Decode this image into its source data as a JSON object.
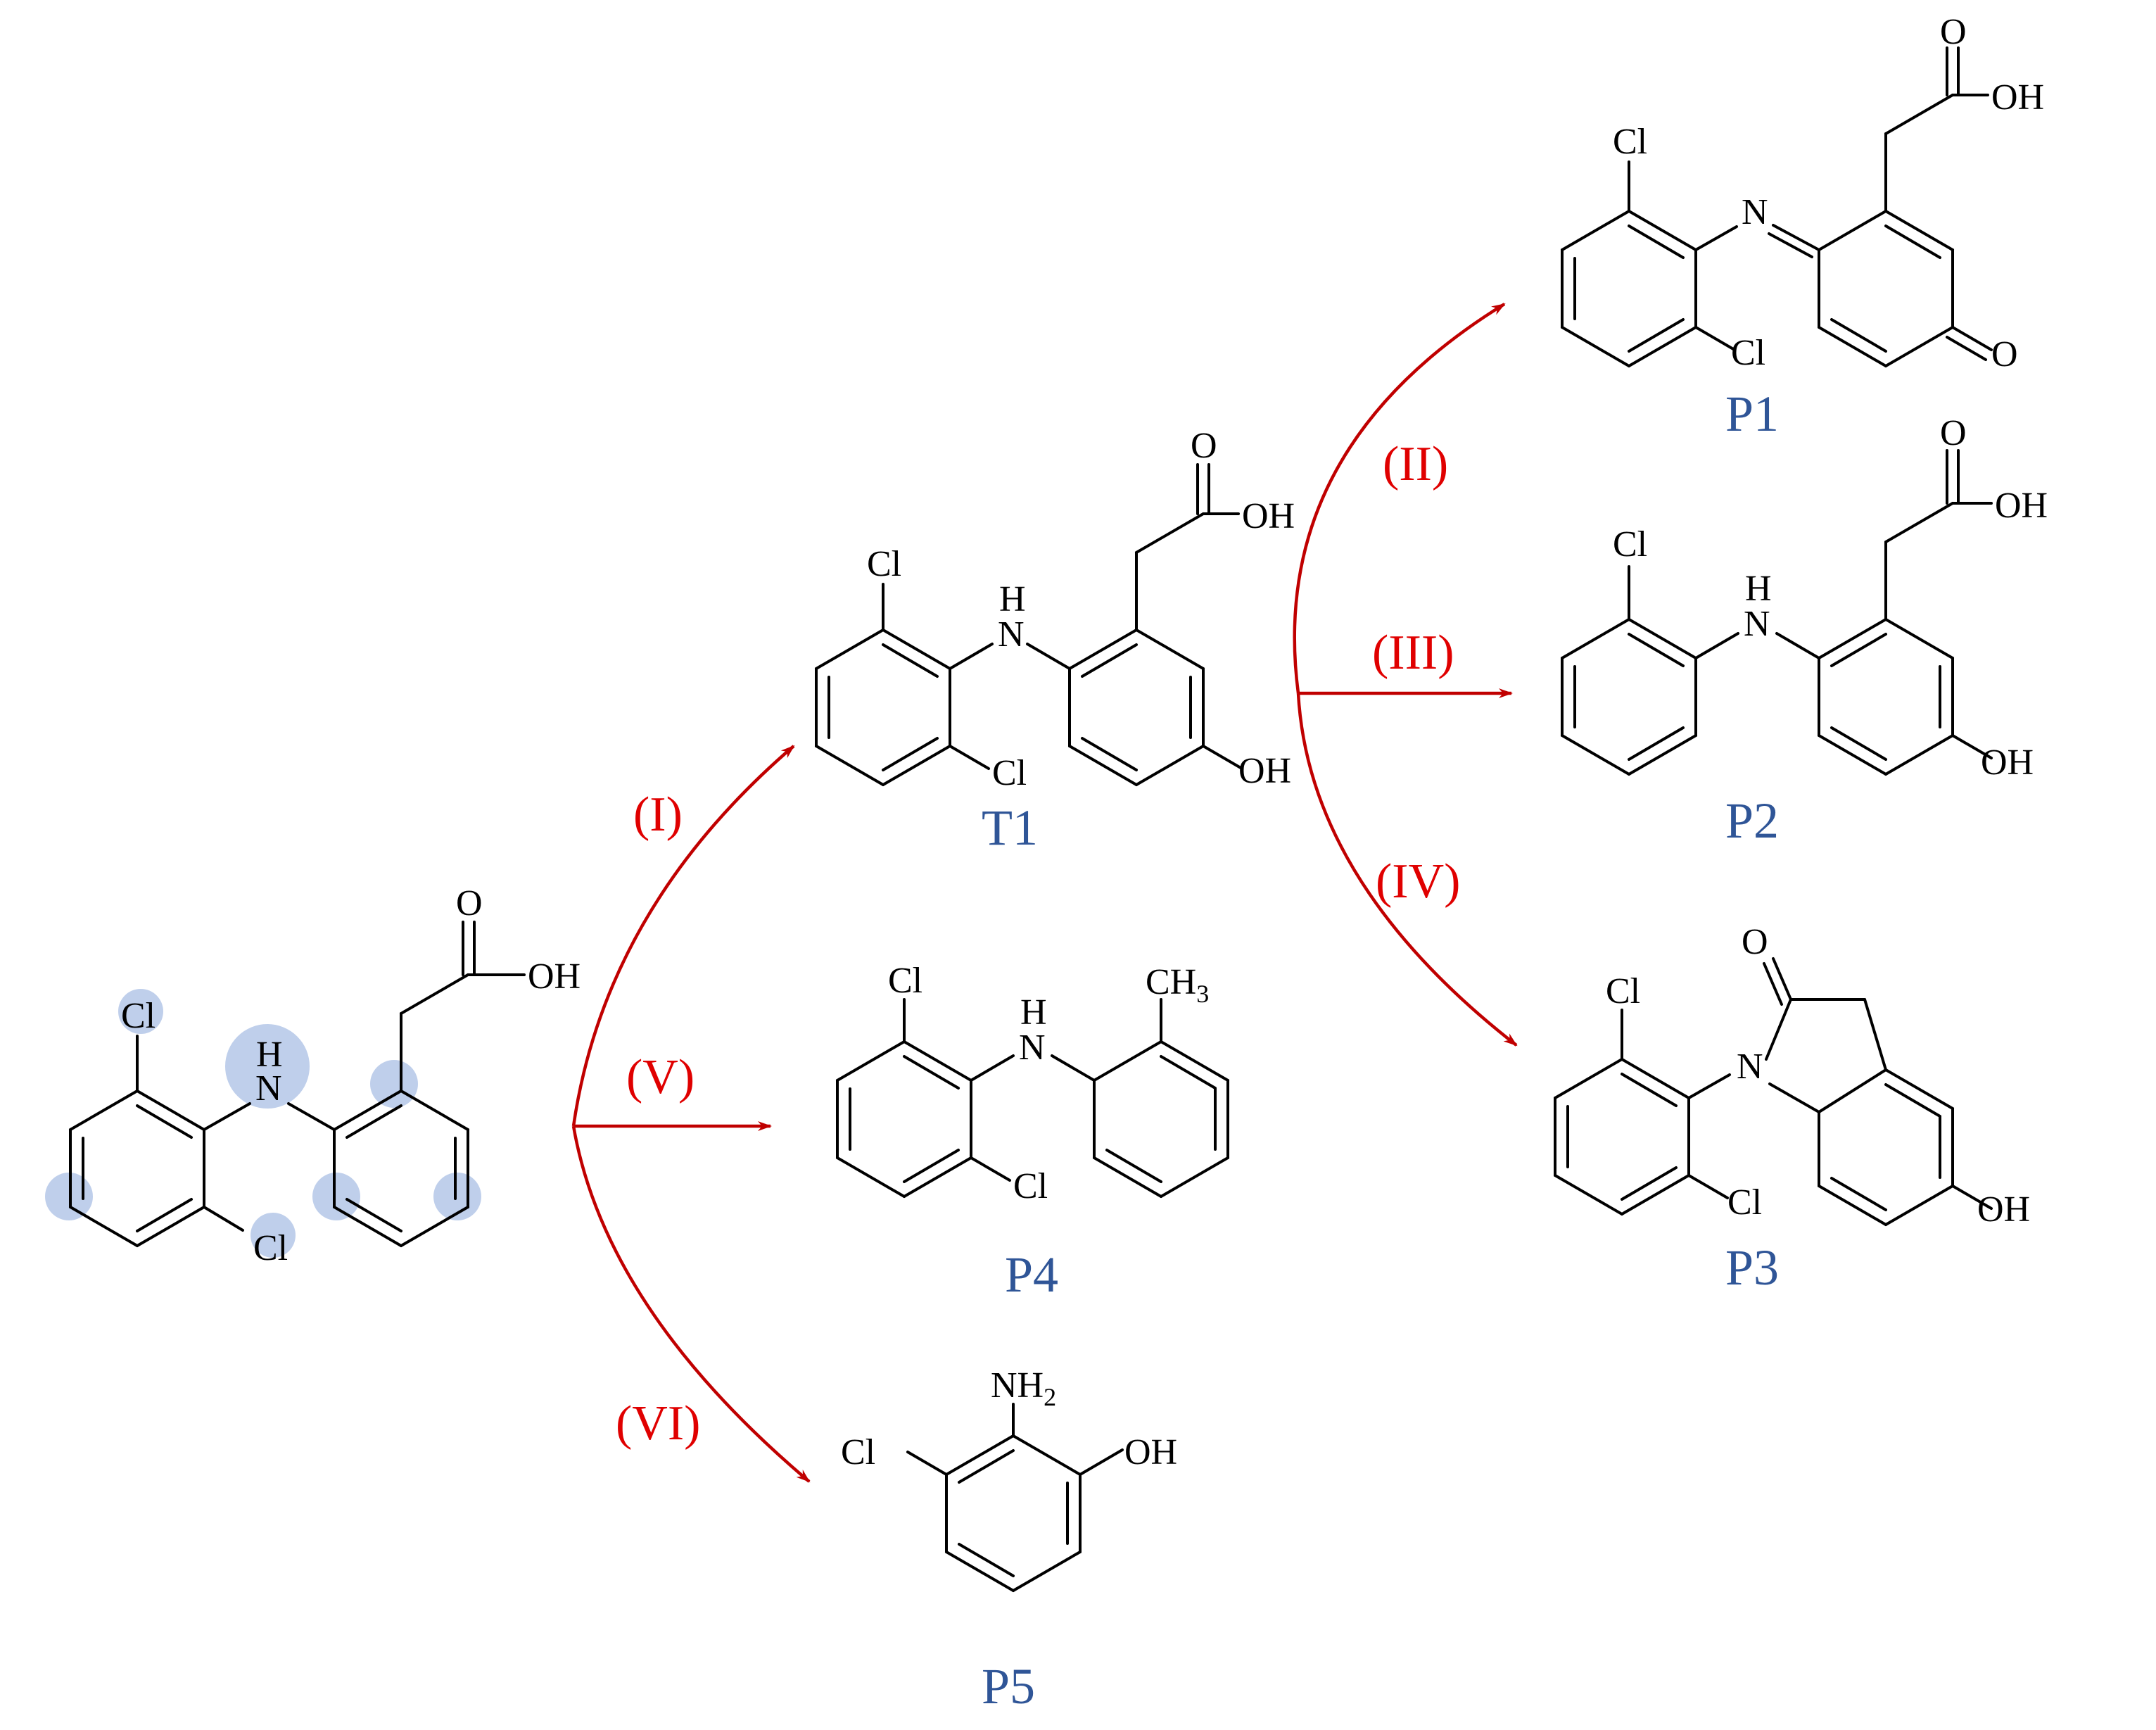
{
  "atoms": {
    "cl": "Cl",
    "oxygen": "O",
    "hydroxyl": "OH",
    "nitrogen": "N",
    "hydrogen": "H",
    "carbon_methyl": "CH",
    "methyl_sub": "3",
    "amine": "NH",
    "amine_sub": "2"
  },
  "compounds": {
    "t1": "T1",
    "p1": "P1",
    "p2": "P2",
    "p3": "P3",
    "p4": "P4",
    "p5": "P5"
  },
  "reactions": {
    "r1": "(I)",
    "r2": "(II)",
    "r3": "(III)",
    "r4": "(IV)",
    "r5": "(V)",
    "r6": "(VI)"
  },
  "colors": {
    "arrow": "#c00000",
    "reaction_label": "#e00000",
    "compound_label": "#2f5597",
    "highlight": "#b4c7e7"
  }
}
